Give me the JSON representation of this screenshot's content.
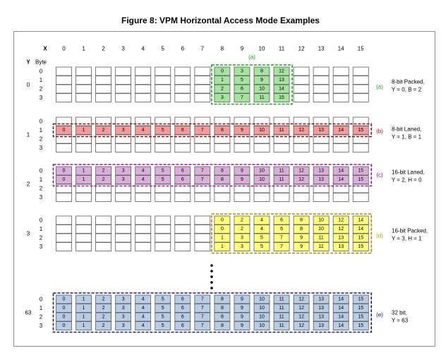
{
  "title": "Figure 8:  VPM Horizontal Access Mode Examples",
  "headers": {
    "x_label": "X",
    "y_label": "Y",
    "byte_label": "Byte",
    "columns": [
      "0",
      "1",
      "2",
      "3",
      "4",
      "5",
      "6",
      "7",
      "8",
      "9",
      "10",
      "11",
      "12",
      "13",
      "14",
      "15"
    ],
    "byte_rows": [
      "0",
      "1",
      "2",
      "3"
    ]
  },
  "groups": [
    {
      "y": "0",
      "bytes": [
        "0",
        "1",
        "2",
        "3"
      ]
    },
    {
      "y": "1",
      "bytes": [
        "0",
        "1",
        "2",
        "3"
      ]
    },
    {
      "y": "2",
      "bytes": [
        "0",
        "1",
        "2",
        "3"
      ]
    },
    {
      "y": "3",
      "bytes": [
        "0",
        "1",
        "2",
        "3"
      ]
    },
    {
      "y": "63",
      "bytes": [
        "0",
        "1",
        "2",
        "3"
      ]
    }
  ],
  "examples": [
    {
      "label": "(a)",
      "label_above": "(a)",
      "description": [
        "8-bit Packed,",
        "Y = 0, B = 2"
      ],
      "border_color": "#22a022",
      "fill_color": "#a6e3a0",
      "label_color": "#1f9a1f",
      "cells": [
        [
          "0",
          "3",
          "8",
          "12"
        ],
        [
          "1",
          "5",
          "9",
          "13"
        ],
        [
          "2",
          "6",
          "10",
          "14"
        ],
        [
          "3",
          "7",
          "11",
          "15"
        ]
      ]
    },
    {
      "label": "(b)",
      "description": [
        "8-bit Laned,",
        "Y = 1, B = 1"
      ],
      "border_color": "#8b1010",
      "fill_color": "#f59a9a",
      "label_color": "#b01818",
      "cells": [
        [
          "0",
          "1",
          "2",
          "3",
          "4",
          "5",
          "6",
          "7",
          "8",
          "9",
          "10",
          "11",
          "12",
          "13",
          "14",
          "15"
        ]
      ]
    },
    {
      "label": "(c)",
      "description": [
        "16-bit Laned,",
        "Y = 2, H = 0"
      ],
      "border_color": "#8b1a8b",
      "fill_color": "#d9afd9",
      "label_color": "#8b1a8b",
      "cells": [
        [
          "0",
          "1",
          "2",
          "3",
          "4",
          "5",
          "6",
          "7",
          "8",
          "9",
          "10",
          "11",
          "12",
          "13",
          "14",
          "15"
        ],
        [
          "0",
          "1",
          "2",
          "3",
          "4",
          "5",
          "6",
          "7",
          "8",
          "9",
          "10",
          "11",
          "12",
          "13",
          "14",
          "15"
        ]
      ]
    },
    {
      "label": "(d)",
      "description": [
        "16-bit Packed,",
        "Y = 3, H = 1"
      ],
      "border_color": "#a09000",
      "fill_color": "#ffff80",
      "label_color": "#b0a000",
      "cells": [
        [
          "0",
          "2",
          "4",
          "6",
          "8",
          "10",
          "12",
          "14"
        ],
        [
          "0",
          "2",
          "4",
          "6",
          "8",
          "10",
          "12",
          "14"
        ],
        [
          "1",
          "3",
          "5",
          "7",
          "9",
          "11",
          "13",
          "15"
        ],
        [
          "1",
          "3",
          "5",
          "7",
          "9",
          "11",
          "13",
          "15"
        ]
      ]
    },
    {
      "label": "(e)",
      "description": [
        "32 bit,",
        "Y = 63"
      ],
      "border_color": "#1a1a7a",
      "fill_color": "#b8cce4",
      "label_color": "#1a1a7a",
      "cells": [
        [
          "0",
          "1",
          "2",
          "3",
          "4",
          "5",
          "6",
          "7",
          "8",
          "9",
          "10",
          "11",
          "12",
          "13",
          "14",
          "15"
        ],
        [
          "0",
          "1",
          "2",
          "3",
          "4",
          "5",
          "6",
          "7",
          "8",
          "9",
          "10",
          "11",
          "12",
          "13",
          "14",
          "15"
        ],
        [
          "0",
          "1",
          "2",
          "3",
          "4",
          "5",
          "6",
          "7",
          "8",
          "9",
          "10",
          "11",
          "12",
          "13",
          "14",
          "15"
        ],
        [
          "0",
          "1",
          "2",
          "3",
          "4",
          "5",
          "6",
          "7",
          "8",
          "9",
          "10",
          "11",
          "12",
          "13",
          "14",
          "15"
        ]
      ]
    }
  ],
  "colors": {
    "cell_border": "#5a5a5a",
    "cell_fill": "#ffffff",
    "text": "#000000"
  }
}
